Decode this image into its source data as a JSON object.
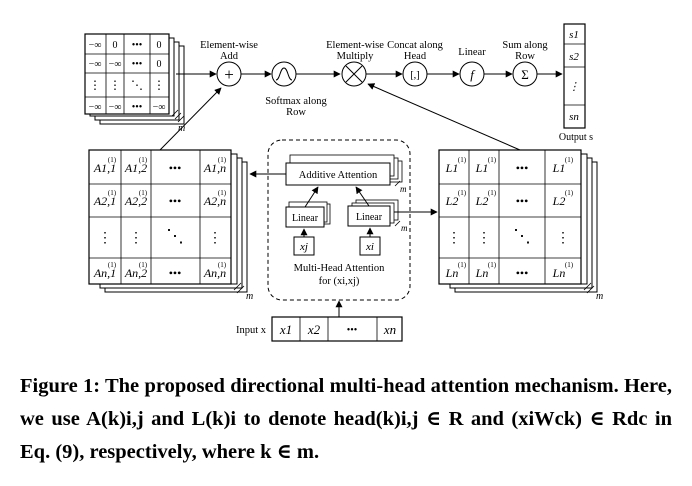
{
  "diagram": {
    "ops": {
      "add": {
        "label_line1": "Element-wise",
        "label_line2": "Add",
        "symbol": "+"
      },
      "softmax": {
        "label_line1": "Softmax along",
        "label_line2": "Row",
        "symbol": "~"
      },
      "multiply": {
        "label_line1": "Element-wise",
        "label_line2": "Multiply",
        "symbol": "×"
      },
      "concat": {
        "label_line1": "Concat along",
        "label_line2": "Head",
        "symbol": "[,]"
      },
      "linear": {
        "label": "Linear",
        "symbol": "f"
      },
      "sum": {
        "label_line1": "Sum along",
        "label_line2": "Row",
        "symbol": "Σ"
      }
    },
    "mask_matrix": {
      "rows": [
        [
          "−∞",
          "0",
          "•••",
          "0"
        ],
        [
          "−∞",
          "−∞",
          "•••",
          "0"
        ],
        [
          "⋮",
          "⋮",
          "⋱",
          "⋮"
        ],
        [
          "−∞",
          "−∞",
          "•••",
          "−∞"
        ]
      ],
      "stack_label": "m"
    },
    "output": {
      "cells": [
        "s1",
        "s2",
        "⋮",
        "sn"
      ],
      "label": "Output s"
    },
    "attention_matrix": {
      "rows": [
        [
          "A1,1",
          "A1,2",
          "•••",
          "A1,n"
        ],
        [
          "A2,1",
          "A2,2",
          "•••",
          "A2,n"
        ],
        [
          "⋮",
          "⋮",
          "⋱",
          "⋮"
        ],
        [
          "An,1",
          "An,2",
          "•••",
          "An,n"
        ]
      ],
      "superscript": "(1)",
      "stack_label": "m"
    },
    "l_matrix": {
      "rows": [
        [
          "L1",
          "L1",
          "•••",
          "L1"
        ],
        [
          "L2",
          "L2",
          "•••",
          "L2"
        ],
        [
          "⋮",
          "⋮",
          "⋱",
          "⋮"
        ],
        [
          "Ln",
          "Ln",
          "•••",
          "Ln"
        ]
      ],
      "superscript": "(1)",
      "stack_label": "m"
    },
    "mha_block": {
      "additive_attention": "Additive Attention",
      "linear_left": "Linear",
      "linear_right": "Linear",
      "xj": "xj",
      "xi": "xi",
      "title_line1": "Multi-Head Attention",
      "title_line2": "for (xi,xj)",
      "stack_label": "m"
    },
    "input": {
      "label": "Input x",
      "cells": [
        "x1",
        "x2",
        "•••",
        "xn"
      ]
    }
  },
  "caption": {
    "text": "Figure 1: The proposed directional multi-head attention mechanism. Here, we use A(k)i,j and L(k)i to denote head(k)i,j ∈ R and (xiWck) ∈ Rdc in Eq. (9), respectively, where k ∈ m."
  }
}
